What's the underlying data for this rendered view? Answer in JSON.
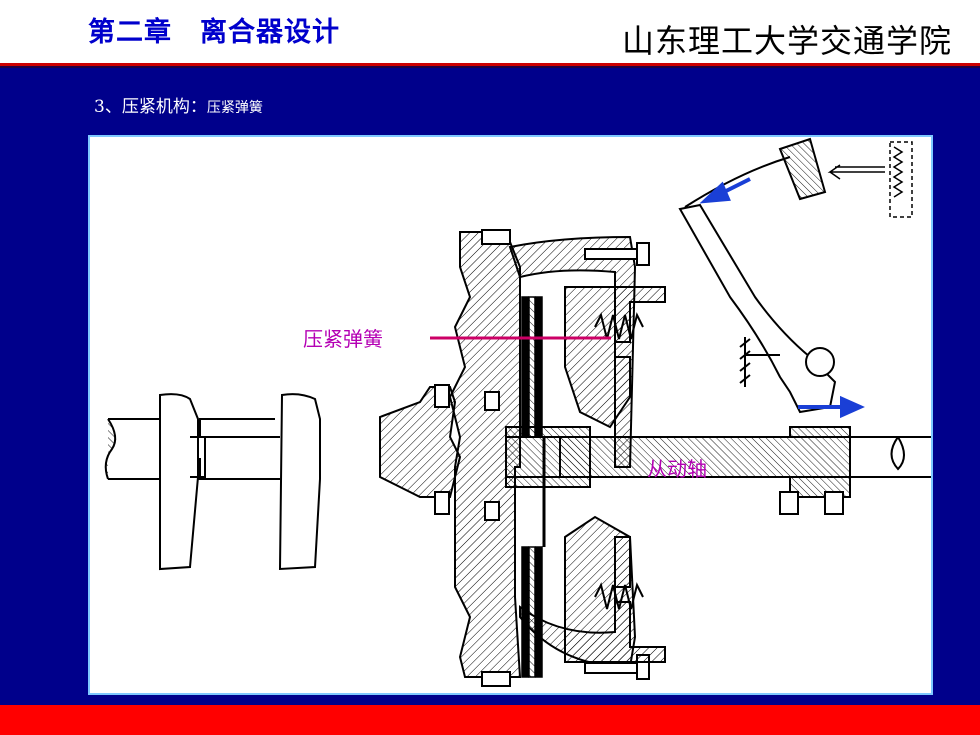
{
  "header": {
    "chapter": "第二章　离合器设计",
    "school": "山东理工大学交通学院"
  },
  "content": {
    "subtitle_main": "3、压紧机构：",
    "subtitle_sub": "压紧弹簧"
  },
  "figure": {
    "label_spring": "压紧弹簧",
    "label_shaft": "从动轴"
  },
  "colors": {
    "background": "#00008b",
    "chapter_title": "#0000cc",
    "label": "#b400b4",
    "pointer_line": "#cc0066",
    "arrow": "#1a3fd6",
    "footer": "#ff0000"
  }
}
